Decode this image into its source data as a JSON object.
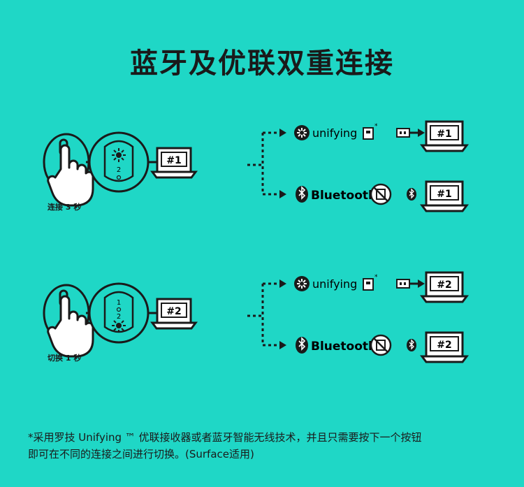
{
  "title": "蓝牙及优联双重连接",
  "sections": [
    {
      "caption": "连接 3 秒",
      "led_numbers": [
        "2"
      ],
      "computer_label": "#1",
      "unifying_label": "unifying",
      "bluetooth_label": "Bluetooth",
      "target_a_label": "#1",
      "target_b_label": "#1"
    },
    {
      "caption": "切换 1 秒",
      "led_numbers": [
        "1",
        "2"
      ],
      "computer_label": "#2",
      "unifying_label": "unifying",
      "bluetooth_label": "Bluetooth",
      "target_a_label": "#2",
      "target_b_label": "#2"
    }
  ],
  "footnote": {
    "line1": "*采用罗技 Unifying ™ 优联接收器或者蓝牙智能无线技术，并且只需要按下一个按钮",
    "line2": "即可在不同的连接之间进行切换。(Surface适用)"
  },
  "colors": {
    "background": "#1fd7c6",
    "ink": "#1a1a1a"
  }
}
